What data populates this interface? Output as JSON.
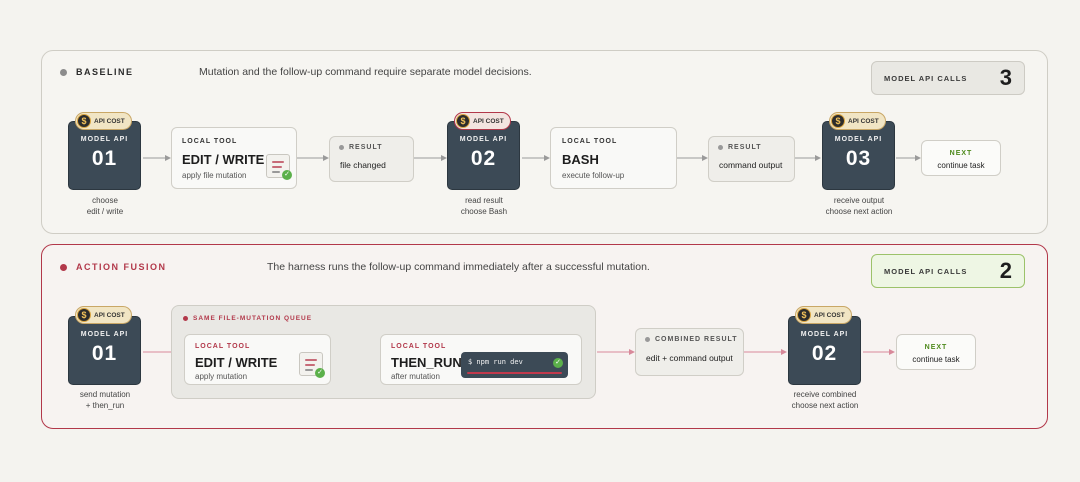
{
  "colors": {
    "accent_red": "#b2384a",
    "model_card": "#3c4a56",
    "next_green": "#4e8a1c",
    "counter_green": "#9cc26a",
    "coin_gold": "#d8a43f"
  },
  "baseline": {
    "title": "BASELINE",
    "subtitle": "Mutation and the follow-up command require separate model decisions.",
    "counter_label": "MODEL API CALLS",
    "counter_value": "3",
    "model_calls": [
      {
        "badge": "API COST",
        "label": "MODEL API",
        "number": "01",
        "caption_1": "choose",
        "caption_2": "edit / write"
      },
      {
        "badge": "API COST",
        "label": "MODEL API",
        "number": "02",
        "caption_1": "read result",
        "caption_2": "choose Bash"
      },
      {
        "badge": "API COST",
        "label": "MODEL API",
        "number": "03",
        "caption_1": "receive output",
        "caption_2": "choose next action"
      }
    ],
    "local_tools": [
      {
        "tag": "LOCAL TOOL",
        "title": "EDIT / WRITE",
        "subtitle": "apply file mutation",
        "icon": "file-check-icon"
      },
      {
        "tag": "LOCAL TOOL",
        "title": "BASH",
        "subtitle": "execute follow-up"
      }
    ],
    "results": [
      {
        "tag": "RESULT",
        "value": "file changed"
      },
      {
        "tag": "RESULT",
        "value": "command output"
      }
    ],
    "next": {
      "tag": "NEXT",
      "value": "continue task"
    }
  },
  "fusion": {
    "title": "ACTION FUSION",
    "subtitle": "The harness runs the follow-up command immediately after a successful mutation.",
    "counter_label": "MODEL API CALLS",
    "counter_value": "2",
    "queue_label": "SAME FILE-MUTATION QUEUE",
    "model_calls": [
      {
        "badge": "API COST",
        "label": "MODEL API",
        "number": "01",
        "caption_1": "send mutation",
        "caption_2": "+ then_run"
      },
      {
        "badge": "API COST",
        "label": "MODEL API",
        "number": "02",
        "caption_1": "receive combined",
        "caption_2": "choose next action"
      }
    ],
    "local_tools": [
      {
        "tag": "LOCAL TOOL",
        "title": "EDIT / WRITE",
        "subtitle": "apply mutation",
        "icon": "file-check-icon"
      },
      {
        "tag": "LOCAL TOOL",
        "title": "THEN_RUN",
        "subtitle": "after mutation",
        "command": "$ npm run dev"
      }
    ],
    "combined_result": {
      "tag": "COMBINED RESULT",
      "value": "edit + command output"
    },
    "next": {
      "tag": "NEXT",
      "value": "continue task"
    }
  }
}
